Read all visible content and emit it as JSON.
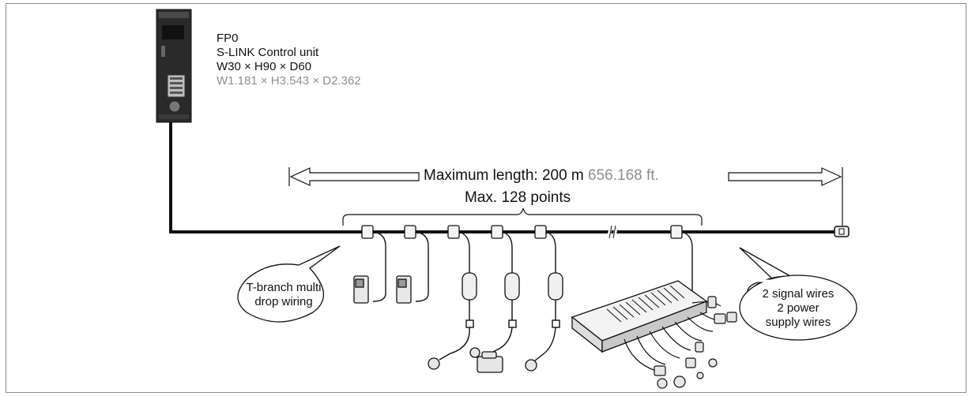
{
  "unit": {
    "name": "FP0",
    "model": "S-LINK Control unit",
    "dims_metric": "W30 × H90 × D60",
    "dims_inch": "W1.181 × H3.543 × D2.362"
  },
  "max_length": {
    "label": "Maximum length: 200 m",
    "imperial": "656.168 ft."
  },
  "max_points": "Max. 128 points",
  "bubbles": {
    "left_line1": "T-branch multi",
    "left_line2": "drop wiring",
    "right_line1": "2 signal wires",
    "right_line2": "2 power",
    "right_line3": "supply wires"
  },
  "colors": {
    "cable": "#111111",
    "frame": "#8c8c8c",
    "gray_text": "#8f8f8f"
  }
}
